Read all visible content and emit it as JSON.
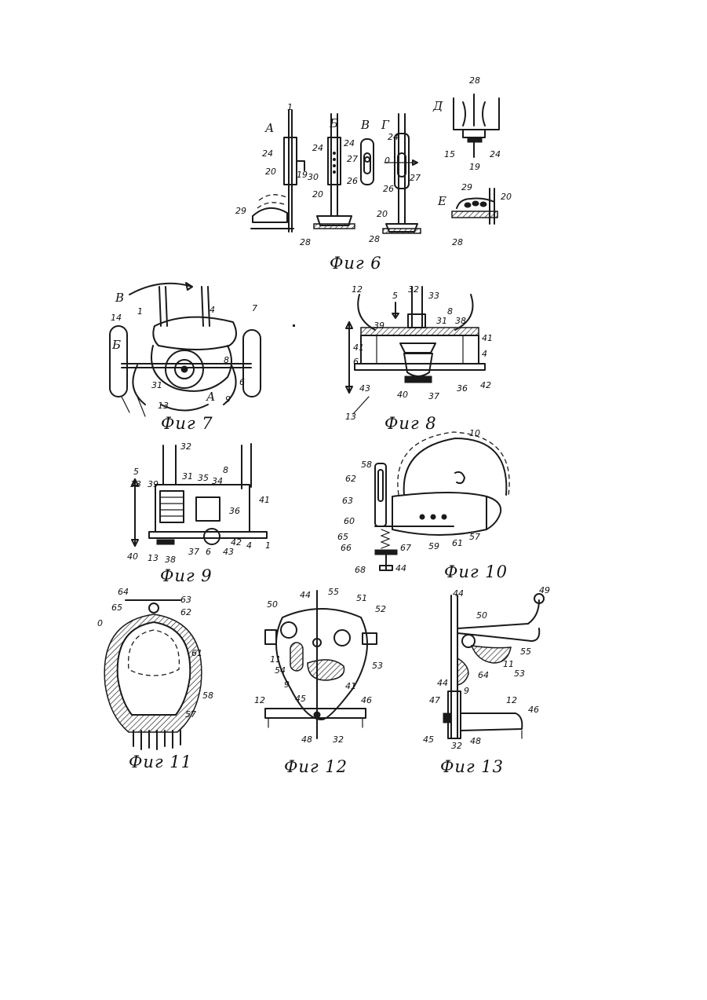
{
  "figures": {
    "fig6": {
      "caption": "Фиг 6",
      "views": [
        "А",
        "Б",
        "В",
        "Г",
        "Д",
        "Е"
      ],
      "labels": [
        "1",
        "24",
        "19",
        "20",
        "29",
        "24",
        "30",
        "20",
        "28",
        "24",
        "27",
        "26",
        "24",
        "0",
        "27",
        "26",
        "20",
        "28",
        "28",
        "15",
        "24",
        "19",
        "29",
        "20",
        "28"
      ]
    },
    "fig7": {
      "caption": "Фиг 7",
      "views": [
        "В",
        "Б",
        "А"
      ],
      "labels": [
        "1",
        "4",
        "7",
        "14",
        "8",
        "6",
        "31",
        "9",
        "13"
      ]
    },
    "fig8": {
      "caption": "Фиг 8",
      "labels": [
        "12",
        "5",
        "32",
        "33",
        "8",
        "39",
        "31",
        "38",
        "41",
        "41",
        "4",
        "6",
        "42",
        "43",
        "40",
        "37",
        "36",
        "13"
      ]
    },
    "fig9": {
      "caption": "Фиг 9",
      "labels": [
        "32",
        "5",
        "33",
        "39",
        "31",
        "35",
        "34",
        "8",
        "41",
        "36",
        "42",
        "4",
        "1",
        "40",
        "13",
        "38",
        "37",
        "6",
        "43"
      ]
    },
    "fig10": {
      "caption": "Фиг 10",
      "labels": [
        "10",
        "58",
        "62",
        "63",
        "60",
        "65",
        "66",
        "67",
        "68",
        "44",
        "59",
        "61",
        "57"
      ]
    },
    "fig11": {
      "caption": "Фиг 11",
      "labels": [
        "64",
        "63",
        "65",
        "62",
        "0",
        "61",
        "58",
        "57"
      ]
    },
    "fig12": {
      "caption": "Фиг 12",
      "labels": [
        "44",
        "55",
        "50",
        "51",
        "52",
        "11",
        "54",
        "53",
        "9",
        "45",
        "41",
        "12",
        "46",
        "48",
        "32"
      ]
    },
    "fig13": {
      "caption": "Фиг 13",
      "labels": [
        "44",
        "49",
        "50",
        "55",
        "11",
        "53",
        "64",
        "44",
        "9",
        "47",
        "12",
        "46",
        "45",
        "32",
        "48"
      ]
    }
  }
}
